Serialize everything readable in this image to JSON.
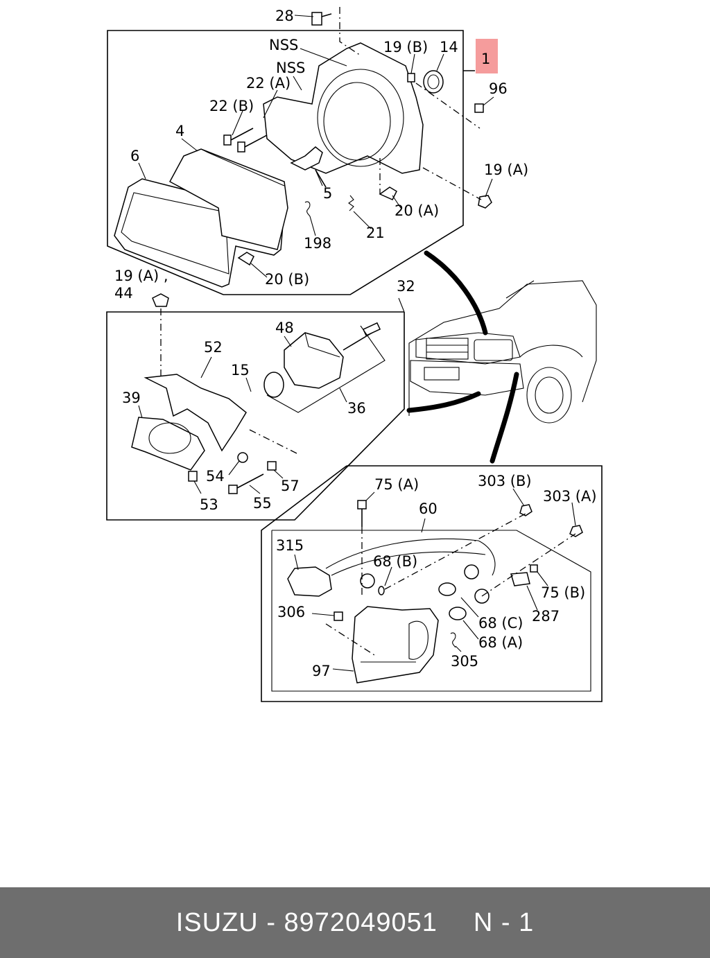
{
  "callouts": {
    "c28": "28",
    "cNSS1": "NSS",
    "cNSS2": "NSS",
    "c19B": "19 (B)",
    "c14": "14",
    "c1": "1",
    "c96": "96",
    "c22A": "22 (A)",
    "c22B": "22 (B)",
    "c4": "4",
    "c6": "6",
    "c5": "5",
    "c19A_top": "19 (A)",
    "c20A": "20 (A)",
    "c21": "21",
    "c198": "198",
    "c20B": "20 (B)",
    "c19A_44a": "19 (A) ,",
    "c44": "44",
    "c32": "32",
    "c48": "48",
    "c52": "52",
    "c15": "15",
    "c36": "36",
    "c39": "39",
    "c54": "54",
    "c57": "57",
    "c53": "53",
    "c55": "55",
    "c75A": "75 (A)",
    "c303B": "303 (B)",
    "c303A": "303 (A)",
    "c60": "60",
    "c315": "315",
    "c68B": "68 (B)",
    "c75B": "75 (B)",
    "c306": "306",
    "c287": "287",
    "c68C": "68 (C)",
    "c68A": "68 (A)",
    "c97": "97",
    "c305": "305"
  },
  "footer": {
    "brand": "ISUZU",
    "separator": "-",
    "part_number": "8972049051",
    "page_label": "N - 1"
  },
  "colors": {
    "highlight": "#f59c9c",
    "footer_bg": "#6e6e6e",
    "footer_text": "#ffffff"
  }
}
